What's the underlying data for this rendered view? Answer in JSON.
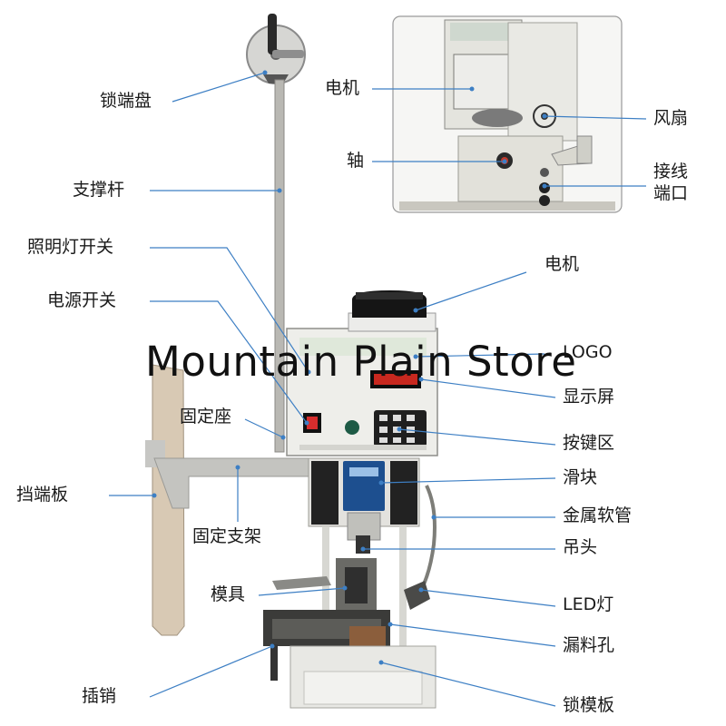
{
  "watermark": "Mountain Plain Store",
  "labels": {
    "lock_disc": "锁端盘",
    "support_rod": "支撑杆",
    "light_switch": "照明灯开关",
    "power_switch": "电源开关",
    "fixed_seat": "固定座",
    "end_stop_plate": "挡端板",
    "fixed_bracket": "固定支架",
    "mold": "模具",
    "latch_pin": "插销",
    "inset_motor": "电机",
    "inset_shaft": "轴",
    "inset_fan": "风扇",
    "inset_terminal": "接线\n端口",
    "motor": "电机",
    "logo": "LOGO",
    "display": "显示屏",
    "keypad": "按键区",
    "slider": "滑块",
    "metal_hose": "金属软管",
    "hanger_head": "吊头",
    "led_light": "LED灯",
    "drain_hole": "漏料孔",
    "lock_template": "锁模板"
  },
  "colors": {
    "leader_line": "#3d7fc4",
    "machine_body": "#eeeeea",
    "panel": "#f3f3f0",
    "display_red": "#c8281f",
    "keypad_dark": "#1f1f1f",
    "slider_blue": "#1d4f8f",
    "motor_black": "#151515",
    "led_green": "#2f9e4a"
  }
}
